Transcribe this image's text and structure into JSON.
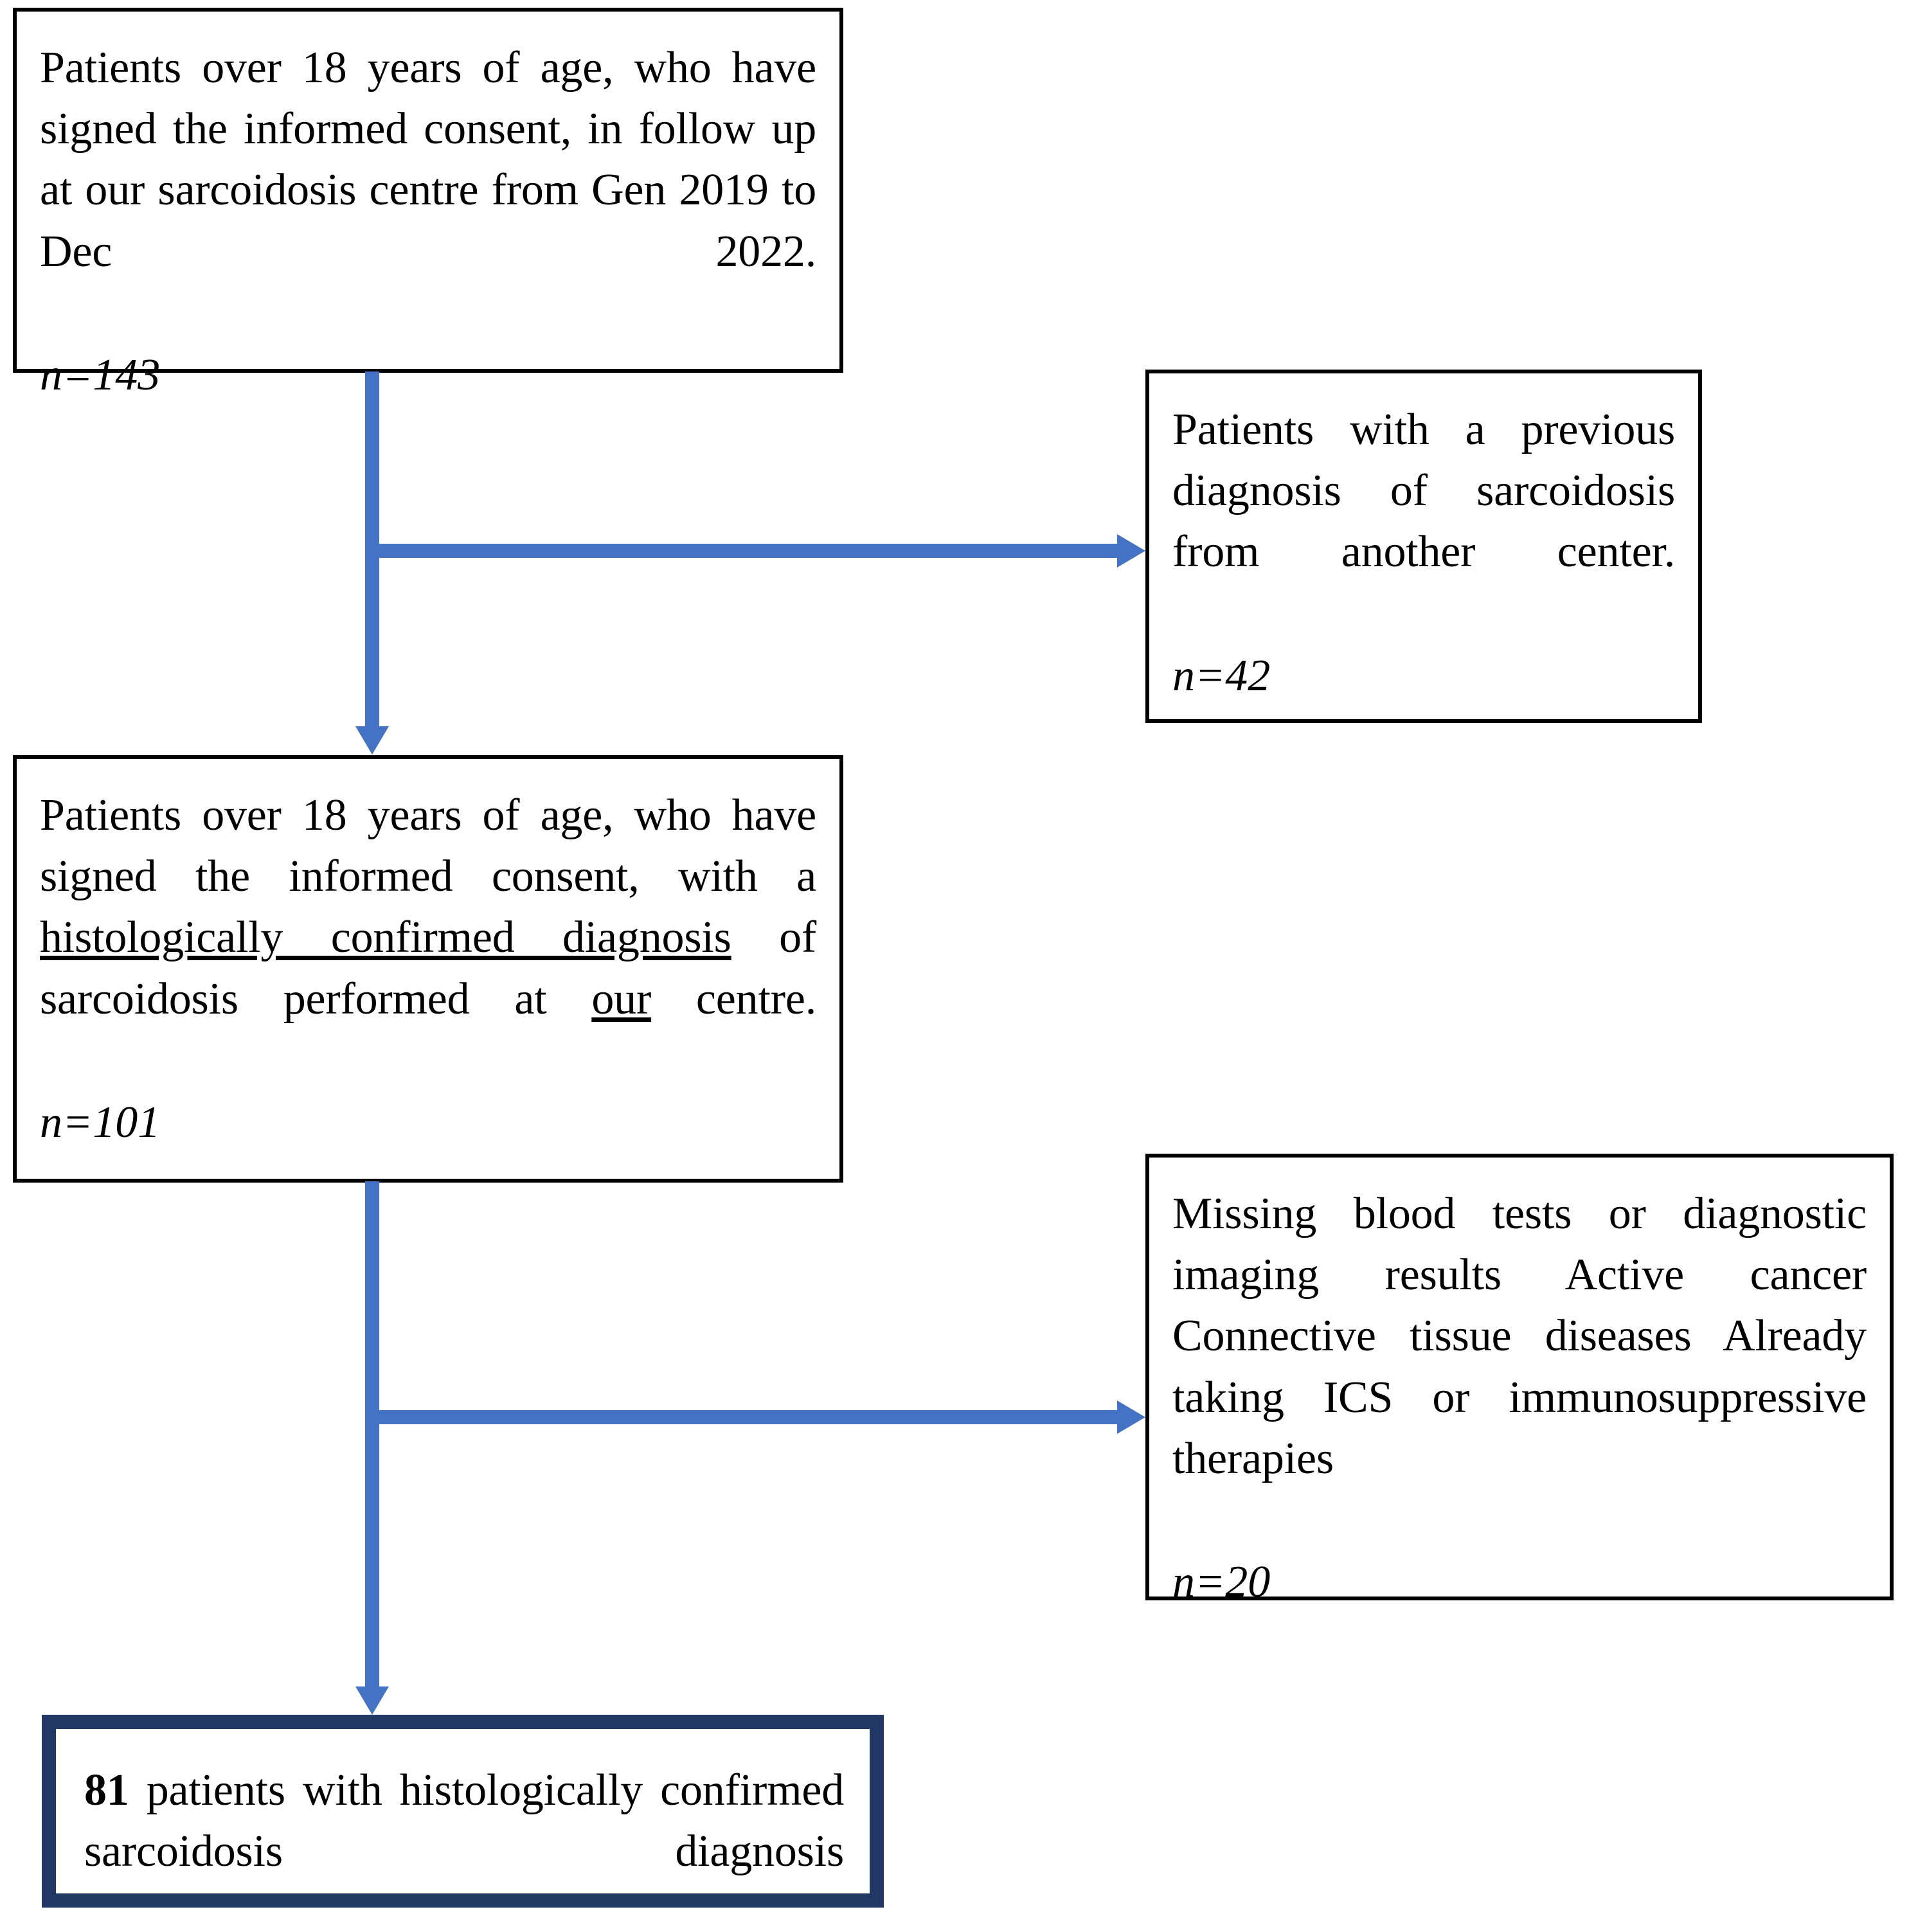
{
  "diagram": {
    "title": "Study population selection flowchart",
    "type": "flowchart",
    "accent_color": "#4472C4",
    "final_box_border_color": "#213864",
    "box_border_color": "#000000",
    "background_color": "#FFFFFF"
  },
  "nodes": {
    "enrolled": {
      "id": "enrolled",
      "text": "Patients over 18 years of age, who have signed the informed consent, in follow up at our sarcoidosis centre from Gen 2019 to Dec 2022.",
      "count_label": "n=143",
      "count_value": 143
    },
    "excluded_previous_diagnosis": {
      "id": "excluded-previous-diagnosis",
      "text": "Patients with a previous diagnosis of sarcoidosis from another center.",
      "count_label": "n=42",
      "count_value": 42
    },
    "histologically_confirmed": {
      "id": "histologically-confirmed",
      "line1": "Patients over 18 years of age, who have signed the informed consent, with a ",
      "underline1": "histologically confirmed diagnosis",
      "line2": " of sarcoidosis performed at ",
      "underline2": "our",
      "line3": " centre.",
      "count_label": "n=101",
      "count_value": 101
    },
    "excluded_criteria": {
      "id": "excluded-criteria",
      "text": "Missing blood tests or diagnostic imaging results Active cancer Connective tissue diseases Already taking ICS or immunosuppressive therapies",
      "criteria": [
        "Missing blood tests or diagnostic imaging results",
        "Active cancer",
        "Connective tissue diseases",
        "Already taking ICS or immunosuppressive therapies"
      ],
      "count_label": "n=20",
      "count_value": 20
    },
    "final_cohort": {
      "id": "final-cohort",
      "count_label": "81",
      "count_value": 81,
      "text": " patients with histologically confirmed sarcoidosis diagnosis"
    }
  },
  "edges": [
    {
      "from": "enrolled",
      "to": "histologically_confirmed",
      "direction": "down"
    },
    {
      "from": "enrolled",
      "to": "excluded_previous_diagnosis",
      "direction": "right"
    },
    {
      "from": "histologically_confirmed",
      "to": "final_cohort",
      "direction": "down"
    },
    {
      "from": "histologically_confirmed",
      "to": "excluded_criteria",
      "direction": "right"
    }
  ]
}
